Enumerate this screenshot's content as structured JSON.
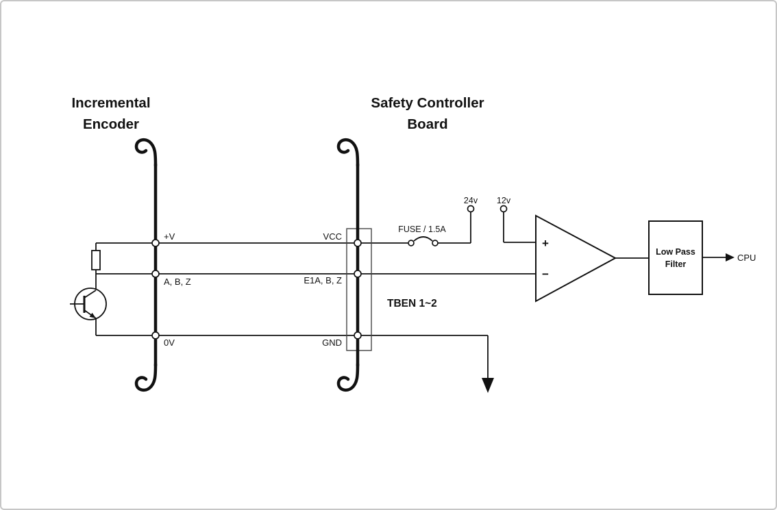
{
  "page": {
    "bg": "#ffffff",
    "border_color": "#c6c6c6",
    "ink": "#111111"
  },
  "encoder": {
    "title_line1": "Incremental",
    "title_line2": "Encoder",
    "terminal_power": "+V",
    "terminal_signal": "A, B, Z",
    "terminal_ground": "0V"
  },
  "controller": {
    "title_line1": "Safety Controller",
    "title_line2": "Board",
    "terminal_power": "VCC",
    "terminal_signal": "E1A, B, Z",
    "terminal_ground": "GND",
    "connector_label": "TBEN 1~2"
  },
  "power": {
    "fuse_label": "FUSE / 1.5A",
    "supply_24v": "24v",
    "supply_12v": "12v"
  },
  "comparator": {
    "plus_label": "+",
    "minus_label": "−"
  },
  "filter": {
    "label_line1": "Low Pass",
    "label_line2": "Filter"
  },
  "output": {
    "cpu_label": "CPU"
  }
}
